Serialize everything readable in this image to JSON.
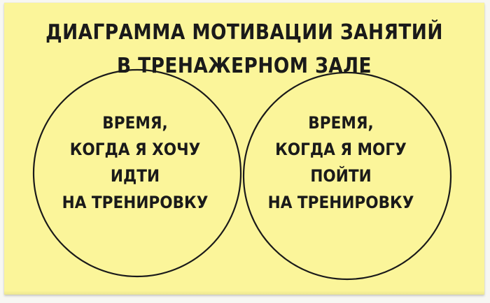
{
  "title": {
    "line1": "ДИАГРАММА МОТИВАЦИИ ЗАНЯТИЙ",
    "line2": "В ТРЕНАЖЕРНОМ ЗАЛЕ"
  },
  "left_circle": {
    "lines": [
      "ВРЕМЯ,",
      "КОГДА Я ХОЧУ",
      "ИДТИ",
      "НА ТРЕНИРОВКУ"
    ]
  },
  "right_circle": {
    "lines": [
      "ВРЕМЯ,",
      "КОГДА Я МОГУ",
      "ПОЙТИ",
      "НА ТРЕНИРОВКУ"
    ]
  },
  "colors": {
    "note_background": "#fbf59a",
    "ink": "#1a1a1a"
  }
}
